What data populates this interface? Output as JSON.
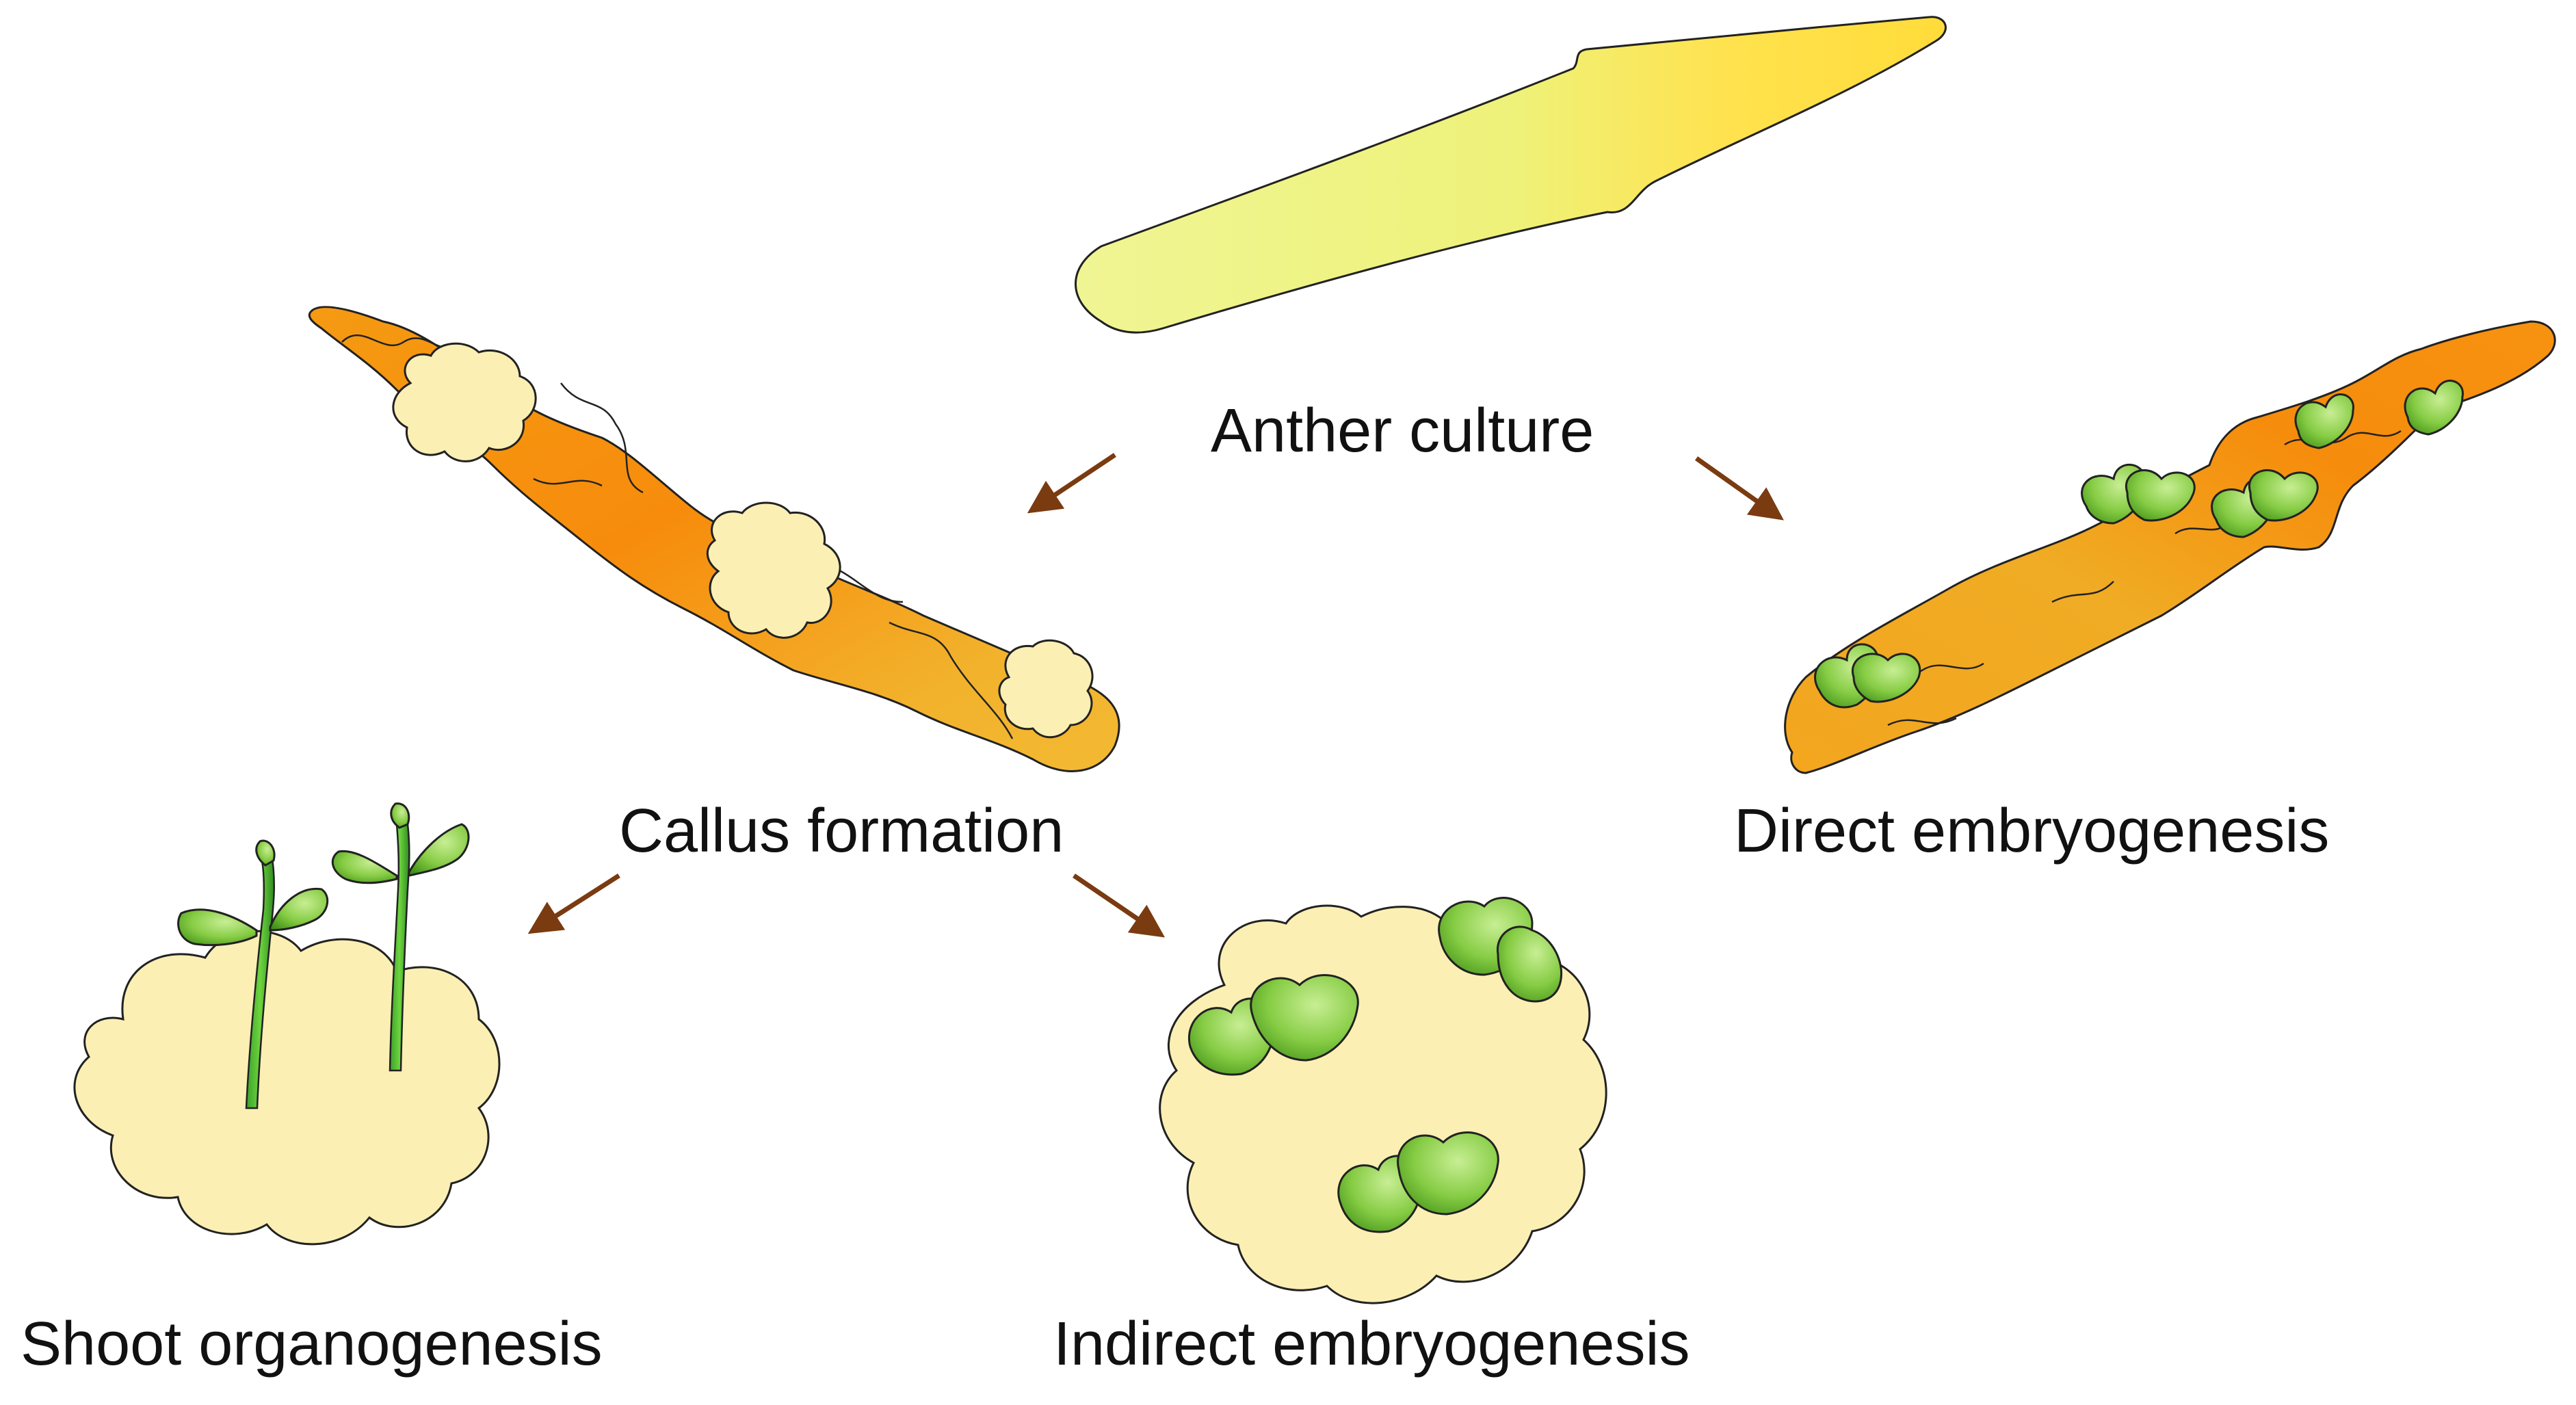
{
  "labels": {
    "anther_culture": "Anther culture",
    "callus_formation": "Callus formation",
    "direct_embryogenesis": "Direct embryogenesis",
    "shoot_organogenesis": "Shoot organogenesis",
    "indirect_embryogenesis": "Indirect embryogenesis"
  },
  "colors": {
    "anther_light": "#eef28a",
    "anther_dark": "#ffe04a",
    "tissue_orange": "#f7930f",
    "tissue_orange_light": "#f4b22a",
    "callus_cream": "#fbefb4",
    "embryo_green": "#7bc737",
    "embryo_light": "#bfe98a",
    "arrow_brown": "#7a3b10",
    "outline": "#222222"
  },
  "arrows": [
    {
      "from": "anther_culture",
      "to": "callus_formation"
    },
    {
      "from": "anther_culture",
      "to": "direct_embryogenesis"
    },
    {
      "from": "callus_formation",
      "to": "shoot_organogenesis"
    },
    {
      "from": "callus_formation",
      "to": "indirect_embryogenesis"
    }
  ]
}
